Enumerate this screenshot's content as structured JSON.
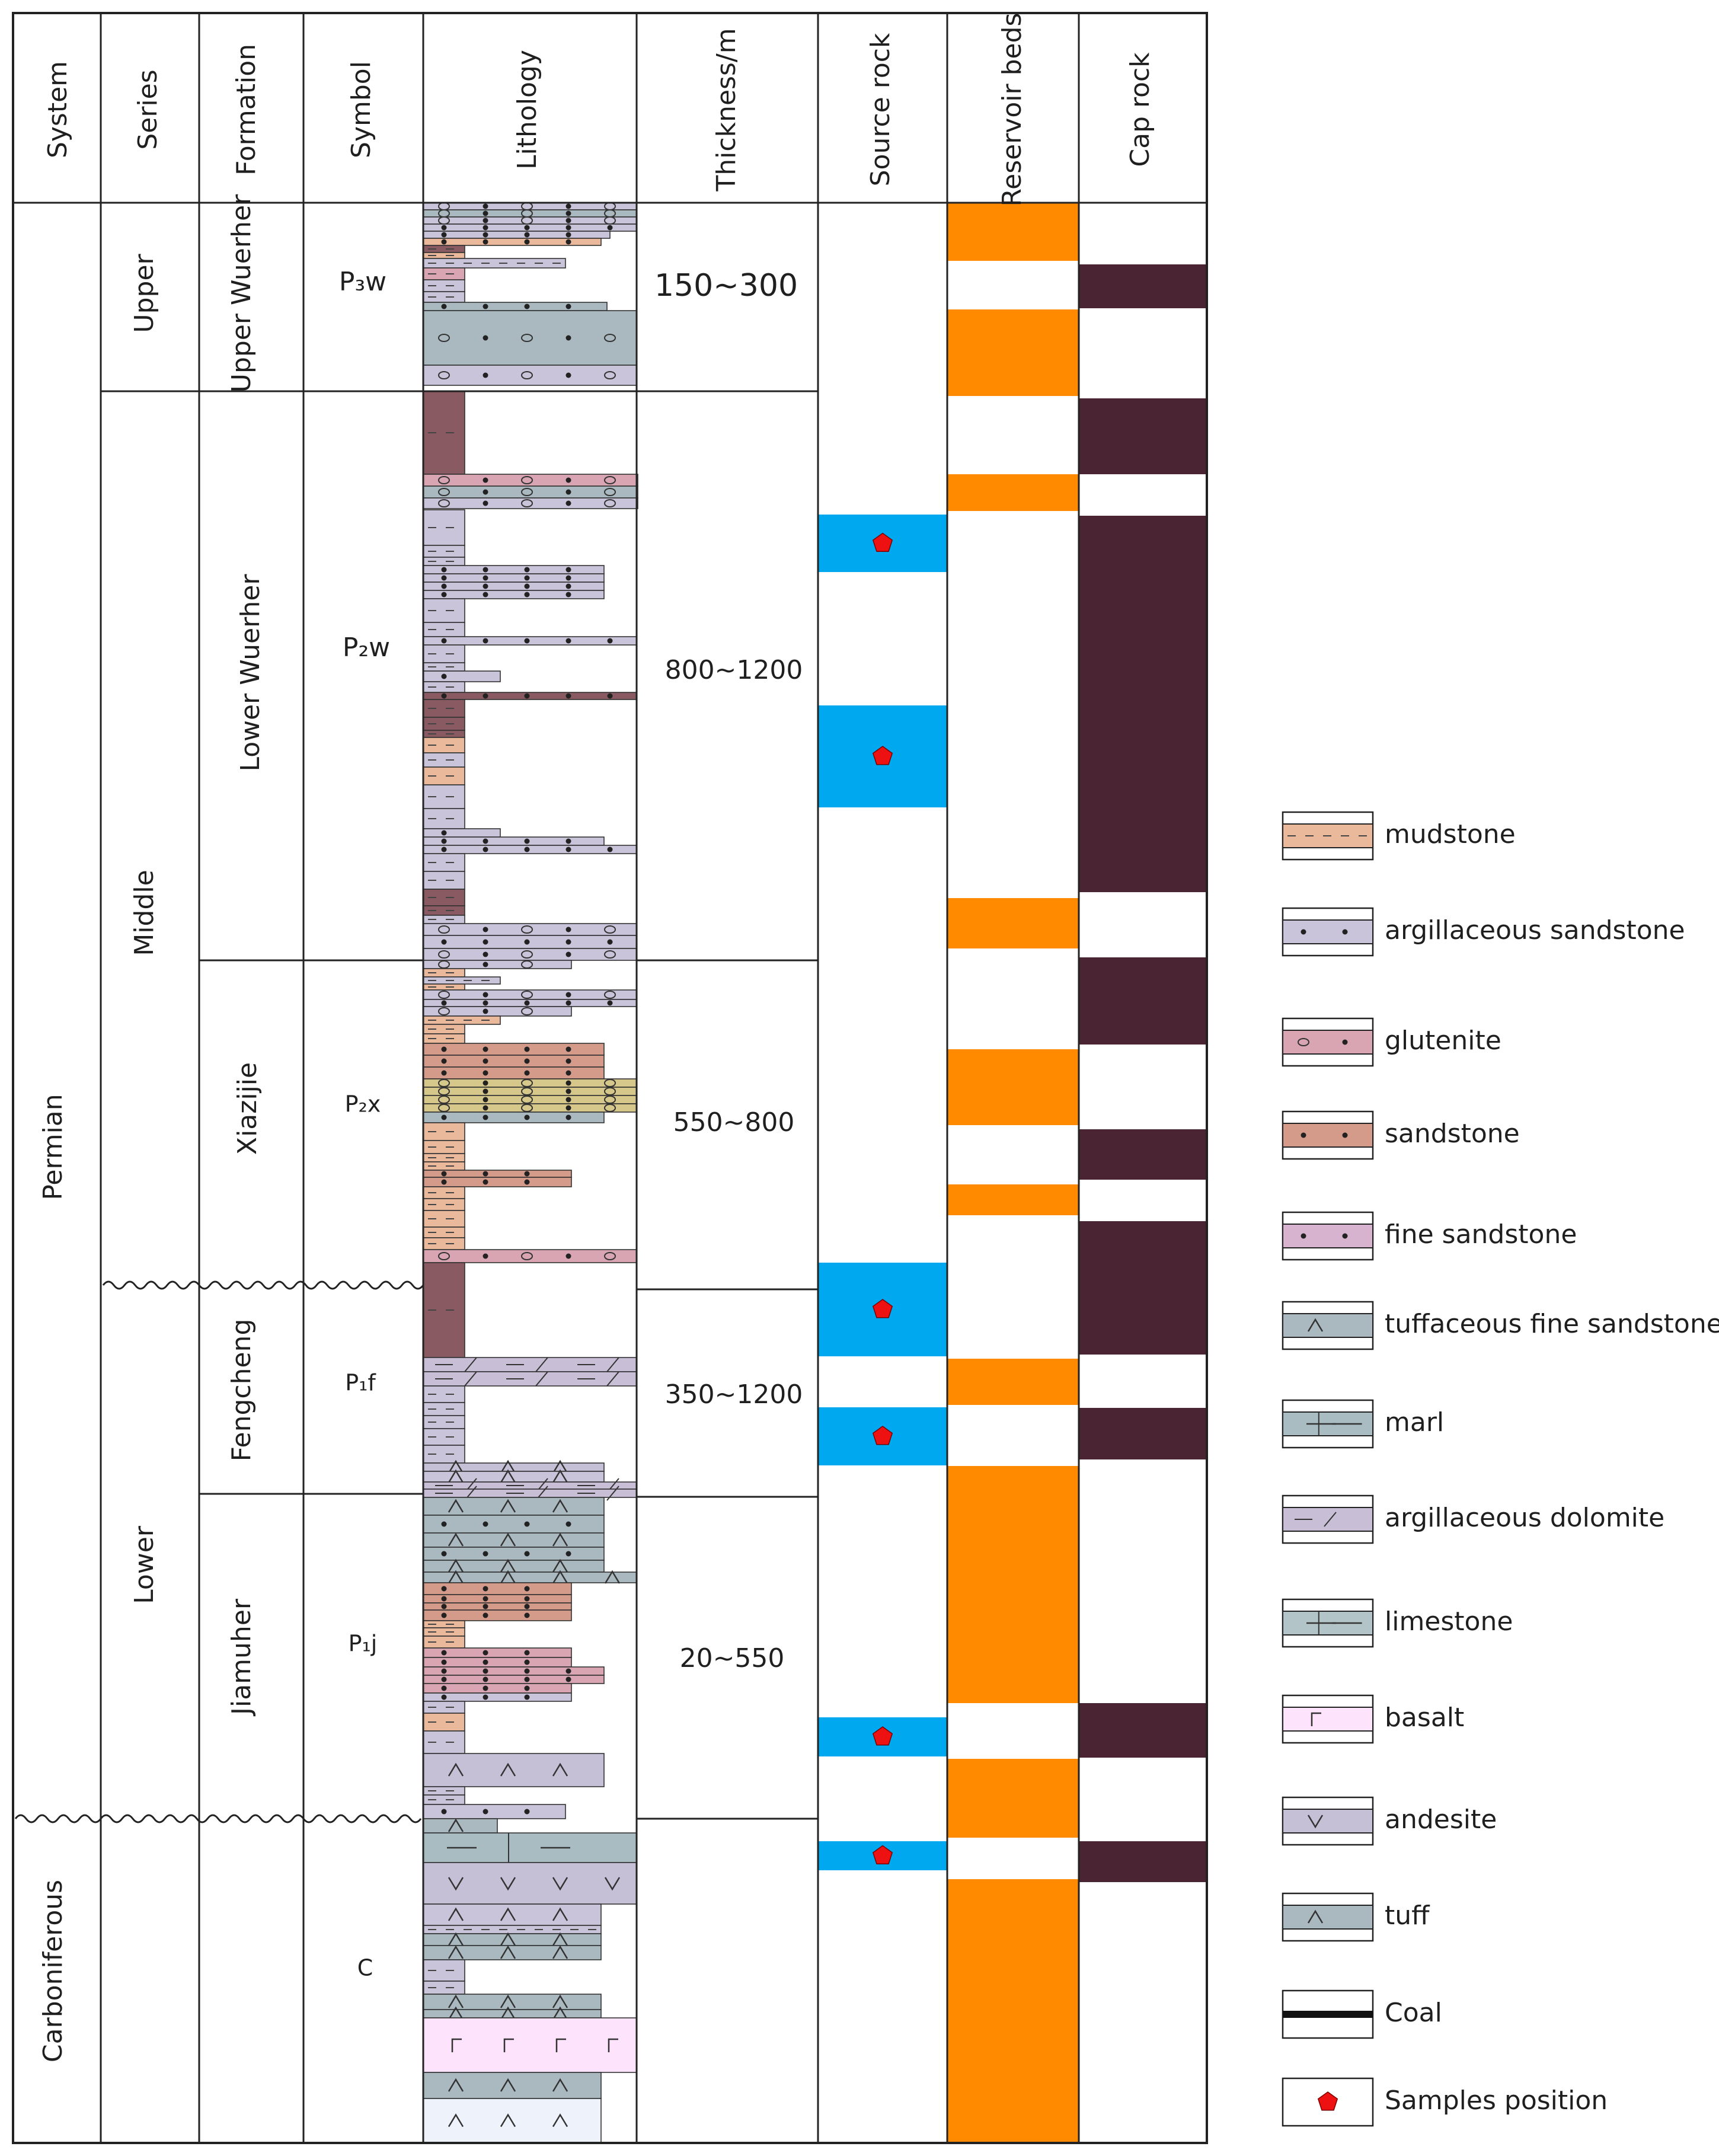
{
  "headers": {
    "system": "System",
    "series": "Series",
    "formation": "Formation",
    "symbol": "Symbol",
    "lithology": "Lithology",
    "thickness": "Thickness/m",
    "source_rock": "Source rock",
    "reservoir_beds": "Reservoir beds",
    "cap_rock": "Cap rock"
  },
  "systems": [
    "Permian",
    "Carboniferous"
  ],
  "series": [
    "Upper",
    "Middle",
    "Lower"
  ],
  "formations": [
    "Upper Wuerher",
    "Lower Wuerher",
    "Xiazijie",
    "Fengcheng",
    "Jiamuher"
  ],
  "symbols": [
    "P₃w",
    "P₂w",
    "P₂x",
    "P₁f",
    "P₁j",
    "C"
  ],
  "thickness": [
    "150~300",
    "800~1200",
    "550~800",
    "350~1200",
    "20~550"
  ],
  "legend": [
    {
      "label": "mudstone",
      "pattern": "mudstone"
    },
    {
      "label": "argillaceous sandstone",
      "pattern": "argsand"
    },
    {
      "label": "glutenite",
      "pattern": "glutenite"
    },
    {
      "label": "sandstone",
      "pattern": "sandstone"
    },
    {
      "label": "fine sandstone",
      "pattern": "finesand"
    },
    {
      "label": "tuffaceous fine sandstone",
      "pattern": "tufffine"
    },
    {
      "label": "marl",
      "pattern": "marl"
    },
    {
      "label": "argillaceous dolomite",
      "pattern": "argdolo"
    },
    {
      "label": "limestone",
      "pattern": "limestone"
    },
    {
      "label": "basalt",
      "pattern": "basalt"
    },
    {
      "label": "andesite",
      "pattern": "andesite"
    },
    {
      "label": "tuff",
      "pattern": "tuff"
    },
    {
      "label": "Coal",
      "pattern": "coal"
    },
    {
      "label": "Samples position",
      "pattern": "sample"
    }
  ],
  "colors": {
    "reservoir": "#ff8a00",
    "cap": "#4a2433",
    "source": "#00a8f0",
    "sample_marker": "#ee1111",
    "mudstone": "#eab89a",
    "argsand": "#c9c4d9",
    "glutenite": "#d9a5b3",
    "sandstone": "#d49a8a",
    "finesand": "#d8b3cf",
    "tuff": "#a9b9bf",
    "marl": "#a9bcc2",
    "argdolo": "#c8bfd6",
    "limestone": "#b3c4c8",
    "basalt": "#fde3fb",
    "andesite": "#c5c0d6",
    "darkmud": "#8a5a62",
    "yellowglut": "#d6c78a",
    "lightblue": "#eef3fb"
  }
}
